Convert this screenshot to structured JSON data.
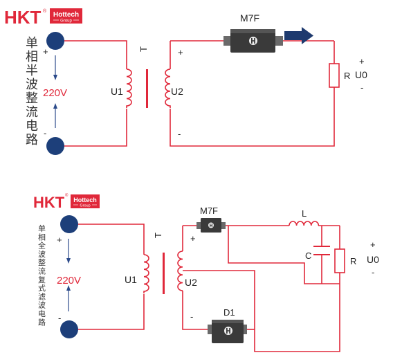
{
  "brand": {
    "logo_text": "HKT",
    "registered": "®",
    "badge_name": "Hottech",
    "badge_sub": "Group"
  },
  "colors": {
    "brand_red": "#e0283a",
    "terminal_blue": "#1d3f7a",
    "arrow_blue": "#1e3a6e",
    "component_dark": "#3a3a3a"
  },
  "circuit1": {
    "title_vertical": "单相半波整流电路",
    "plus": "+",
    "minus": "-",
    "voltage": "220V",
    "primary": "U1",
    "secondary": "U2",
    "transformer": "T",
    "diode": "M7F",
    "resistor": "R",
    "output_plus": "+",
    "output": "U0",
    "output_minus": "-"
  },
  "circuit2": {
    "title_vertical": "单相全波整流复式滤波电路",
    "plus": "+",
    "minus": "-",
    "voltage": "220V",
    "primary": "U1",
    "secondary": "U2",
    "transformer": "T",
    "diode_top": "M7F",
    "diode_bottom": "D1",
    "inductor": "L",
    "capacitor": "C",
    "resistor": "R",
    "output_plus": "+",
    "output": "U0",
    "output_minus": "-"
  }
}
